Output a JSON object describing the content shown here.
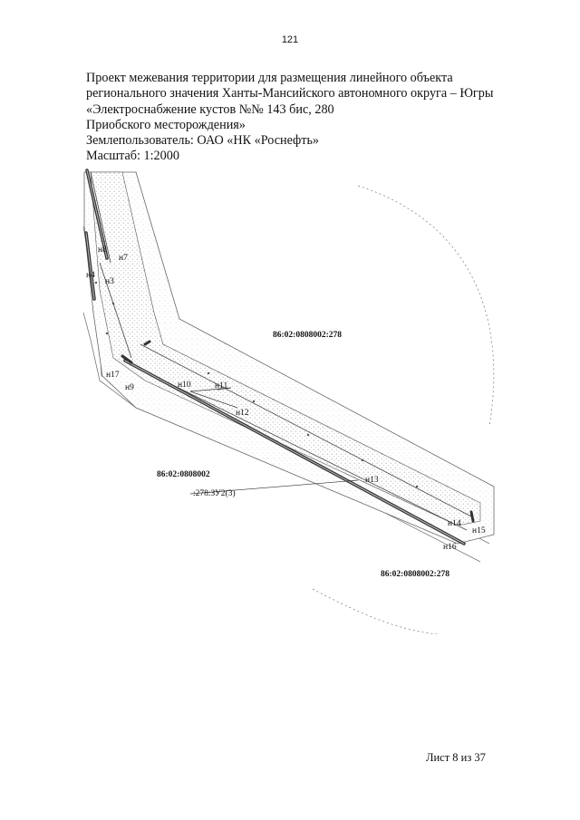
{
  "page_number": "121",
  "header": {
    "lines": [
      "Проект межевания территории для размещения линейного объекта",
      "регионального значения Ханты-Мансийского автономного округа – Югры",
      "«Электроснабжение кустов №№ 143 бис, 280",
      "Приобского месторождения»",
      "Землепользователь: ОАО «НК «Роснефть»",
      "Масштаб: 1:2000"
    ]
  },
  "map": {
    "parcel_labels": [
      "86:02:0808002:278",
      "86:02:0808002",
      ":278:ЗУ2(3)",
      "86:02:0808002:278"
    ],
    "point_labels": [
      "н8",
      "н7",
      "н4",
      "н3",
      "н17",
      "н9",
      "н10",
      "н11",
      "н12",
      "н13",
      "н14",
      "н15",
      "н16"
    ]
  },
  "footer": {
    "sheet": "Лист 8 из 37"
  }
}
